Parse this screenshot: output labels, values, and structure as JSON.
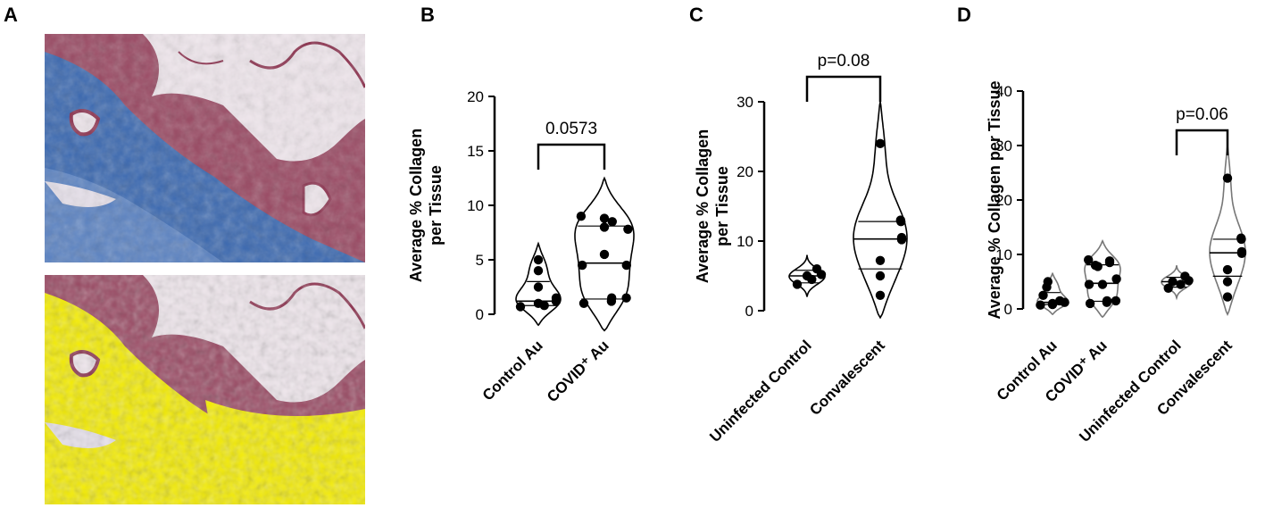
{
  "panels": {
    "a": "A",
    "b": "B",
    "c": "C",
    "d": "D"
  },
  "images": [
    {
      "name": "masson-trichrome-stain",
      "colors": {
        "background": "#efe6ec",
        "stain_blue": "#3a68b0",
        "stain_red": "#8a2c4a"
      }
    },
    {
      "name": "collagen-thresholded-overlay",
      "colors": {
        "background": "#efe6ec",
        "highlight": "#f4ec00",
        "stain_red": "#8a2c4a"
      }
    }
  ],
  "chart_data": [
    {
      "type": "violin",
      "panel": "B",
      "ylabel_lines": [
        "Average % Collagen",
        "per Tissue"
      ],
      "categories": [
        "Control Au",
        "COVID⁺ Au"
      ],
      "ylim": [
        0,
        20
      ],
      "yticks": [
        0,
        5,
        10,
        15,
        20
      ],
      "series": [
        {
          "category": "Control Au",
          "points": [
            0.7,
            0.8,
            1.0,
            1.2,
            1.5,
            2.5,
            4.0,
            5.0
          ],
          "median": 1.2,
          "quartiles": [
            0.8,
            3.0
          ],
          "range": [
            -1.0,
            6.5
          ]
        },
        {
          "category": "COVID⁺ Au",
          "points": [
            1.0,
            1.2,
            1.5,
            1.5,
            4.5,
            4.5,
            5.5,
            7.8,
            8.0,
            8.5,
            8.8,
            9.0
          ],
          "median": 4.7,
          "quartiles": [
            1.4,
            8.1
          ],
          "range": [
            -1.5,
            12.5
          ]
        }
      ],
      "annotations": [
        {
          "text": "0.0573",
          "between": [
            "Control Au",
            "COVID⁺ Au"
          ]
        }
      ]
    },
    {
      "type": "violin",
      "panel": "C",
      "ylabel_lines": [
        "Average % Collagen",
        "per Tissue"
      ],
      "categories": [
        "Uninfected Control",
        "Convalescent"
      ],
      "ylim": [
        0,
        30
      ],
      "yticks": [
        0,
        10,
        20,
        30
      ],
      "series": [
        {
          "category": "Uninfected Control",
          "points": [
            3.8,
            4.5,
            5.0,
            5.2,
            6.0
          ],
          "median": 5.0,
          "quartiles": [
            4.0,
            5.8
          ],
          "range": [
            2.0,
            8.0
          ]
        },
        {
          "category": "Convalescent",
          "points": [
            2.2,
            5.0,
            7.2,
            10.2,
            10.5,
            12.8,
            13.0,
            24.0
          ],
          "median": 10.3,
          "quartiles": [
            6.0,
            12.8
          ],
          "range": [
            -1.0,
            30.0
          ]
        }
      ],
      "annotations": [
        {
          "text": "p=0.08",
          "between": [
            "Uninfected Control",
            "Convalescent"
          ]
        }
      ]
    },
    {
      "type": "violin",
      "panel": "D",
      "ylabel_lines": [
        "Average % Collagen per Tissue"
      ],
      "categories": [
        "Control Au",
        "COVID⁺ Au",
        "Uninfected Control",
        "Convalescent"
      ],
      "ylim": [
        0,
        40
      ],
      "yticks": [
        0,
        10,
        20,
        30,
        40
      ],
      "series": [
        {
          "category": "Control Au",
          "points": [
            0.7,
            0.8,
            1.0,
            1.2,
            1.5,
            2.5,
            4.0,
            5.0
          ],
          "median": 1.2,
          "quartiles": [
            0.8,
            3.0
          ],
          "range": [
            -1.0,
            6.5
          ]
        },
        {
          "category": "COVID⁺ Au",
          "points": [
            1.0,
            1.2,
            1.5,
            1.5,
            4.5,
            4.5,
            5.5,
            7.8,
            8.0,
            8.5,
            8.8,
            9.0
          ],
          "median": 4.7,
          "quartiles": [
            1.4,
            8.1
          ],
          "range": [
            -1.5,
            12.5
          ]
        },
        {
          "category": "Uninfected Control",
          "points": [
            3.8,
            4.5,
            5.0,
            5.2,
            6.0
          ],
          "median": 5.0,
          "quartiles": [
            4.0,
            5.8
          ],
          "range": [
            2.0,
            8.0
          ]
        },
        {
          "category": "Convalescent",
          "points": [
            2.2,
            5.0,
            7.2,
            10.2,
            10.5,
            12.8,
            13.0,
            24.0
          ],
          "median": 10.3,
          "quartiles": [
            6.0,
            12.8
          ],
          "range": [
            -1.0,
            30.0
          ]
        }
      ],
      "annotations": [
        {
          "text": "p=0.06",
          "between": [
            "Uninfected Control",
            "Convalescent"
          ]
        }
      ]
    }
  ]
}
